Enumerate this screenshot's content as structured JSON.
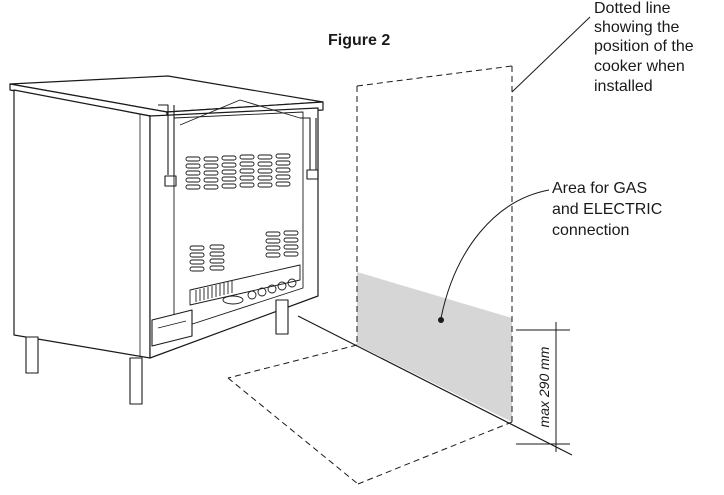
{
  "figure": {
    "title": "Figure 2"
  },
  "labels": {
    "dotted_line": [
      "Dotted line",
      "showing the",
      "position of the",
      "cooker when",
      "installed"
    ],
    "area": [
      "Area for GAS",
      "and ELECTRIC",
      "connection"
    ],
    "dimension": "max 290 mm"
  },
  "colors": {
    "line": "#1a1a1a",
    "connection_area": "#d6d6d6"
  }
}
